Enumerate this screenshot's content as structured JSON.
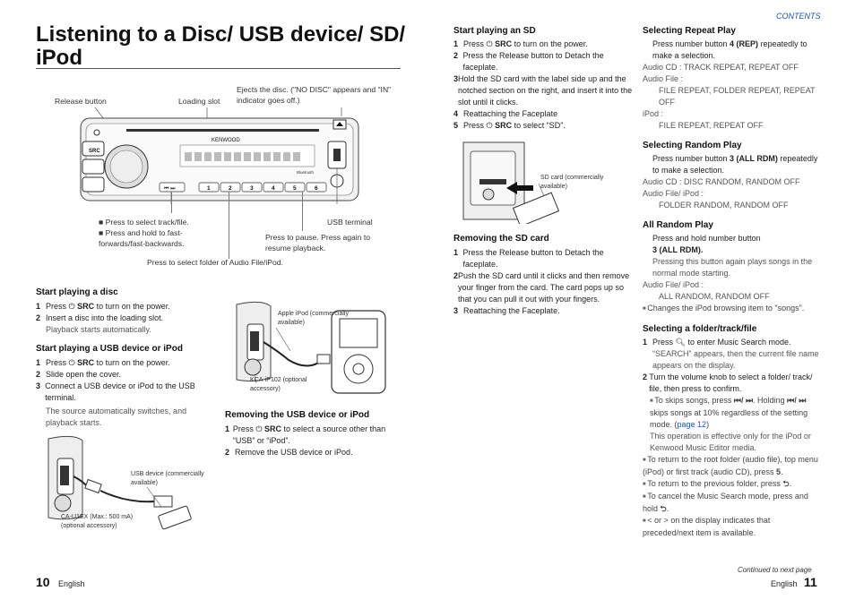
{
  "header": {
    "contents_link": "CONTENTS",
    "title": "Listening to a Disc/ USB device/ SD/ iPod"
  },
  "device": {
    "release_button_label": "Release button",
    "loading_slot_label": "Loading slot",
    "eject_label": "Ejects the disc. (\"NO DISC\" appears and \"IN\" indicator goes off.)",
    "brand": "KENWOOD",
    "src_label": "SRC",
    "bluetooth": "Bluetooth",
    "usb_terminal_label": "USB terminal",
    "track_note_1": "Press to select track/file.",
    "track_note_2": "Press and hold to fast-forwards/fast-backwards.",
    "pause_label": "Press to pause. Press again to resume playback.",
    "folder_label": "Press to select folder of Audio File/iPod.",
    "preset_numbers": [
      "1",
      "2",
      "3",
      "4",
      "5",
      "6"
    ]
  },
  "left": {
    "disc": {
      "heading": "Start playing a disc",
      "steps": [
        {
          "n": "1",
          "pre": "Press ",
          "key": "SRC",
          "post": " to turn on the power."
        },
        {
          "n": "2",
          "text": "Insert a disc into the loading slot."
        }
      ],
      "after": "Playback starts automatically."
    },
    "usb": {
      "heading": "Start playing a USB device or iPod",
      "steps": [
        {
          "n": "1",
          "pre": "Press ",
          "key": "SRC",
          "post": " to turn on the power."
        },
        {
          "n": "2",
          "text": "Slide open the cover."
        },
        {
          "n": "3",
          "text": "Connect a USB device or iPod to the USB terminal."
        }
      ],
      "after": "The source automatically switches, and playback starts."
    },
    "fig_usb": {
      "device": "USB device (commercially available)",
      "cable": "CA-U1EX (Max.: 500 mA) (optional accessory)"
    },
    "fig_ipod": {
      "device": "Apple iPod (commercially available)",
      "cable": "KCA-iP102 (optional accessory)"
    },
    "remove_usb": {
      "heading": "Removing the USB device or iPod",
      "steps": [
        {
          "n": "1",
          "pre": "Press ",
          "key": "SRC",
          "post": " to select a source other than “USB” or “iPod”."
        },
        {
          "n": "2",
          "text": "Remove the USB device or iPod."
        }
      ]
    }
  },
  "middle": {
    "sd": {
      "heading": "Start playing an SD",
      "steps": [
        {
          "n": "1",
          "pre": "Press ",
          "key": "SRC",
          "post": " to turn on the power."
        },
        {
          "n": "2",
          "text": "Press the Release button to Detach the faceplate."
        },
        {
          "n": "3",
          "text": "Hold the SD card with the label side up and the notched section on the right, and insert it into the slot until it clicks."
        },
        {
          "n": "4",
          "text": "Reattaching the Faceplate"
        },
        {
          "n": "5",
          "pre": "Press ",
          "key": "SRC",
          "post": " to select “SD”."
        }
      ]
    },
    "fig_sd": {
      "card": "SD card (commercially available)"
    },
    "remove_sd": {
      "heading": "Removing the SD card",
      "steps": [
        {
          "n": "1",
          "text": "Press the Release button to Detach the faceplate."
        },
        {
          "n": "2",
          "text": "Push the SD card until it clicks and then remove your finger from the card. The card pops up so that you can pull it out with your fingers."
        },
        {
          "n": "3",
          "text": "Reattaching the Faceplate."
        }
      ]
    }
  },
  "right": {
    "repeat": {
      "heading": "Selecting Repeat Play",
      "line1_pre": "Press number button ",
      "line1_key": "4 (REP)",
      "line1_post": " repeatedly to make a selection.",
      "l2": "Audio CD : TRACK REPEAT, REPEAT OFF",
      "l3": "Audio File :",
      "l4": "FILE REPEAT, FOLDER REPEAT, REPEAT OFF",
      "l5": "iPod :",
      "l6": "FILE REPEAT, REPEAT OFF"
    },
    "random": {
      "heading": "Selecting Random Play",
      "line1_pre": "Press number button ",
      "line1_key": "3 (ALL RDM)",
      "line1_post": " repeatedly to make a selection.",
      "l2": "Audio CD : DISC RANDOM, RANDOM OFF",
      "l3": "Audio File/ iPod :",
      "l4": "FOLDER RANDOM, RANDOM OFF"
    },
    "all_random": {
      "heading": "All Random Play",
      "line1": "Press and hold number button",
      "line1_key": "3 (ALL RDM).",
      "l2": "Pressing this button again plays songs in the normal mode starting.",
      "l3": "Audio File/ iPod :",
      "l4": "ALL RANDOM, RANDOM OFF",
      "note": "Changes the iPod browsing item to \"songs\"."
    },
    "folder": {
      "heading": "Selecting a folder/track/file",
      "s1_pre": "Press ",
      "s1_post": " to enter Music Search mode.",
      "s1_sub": "“SEARCH” appears, then the current file name appears on the display.",
      "s2": "Turn the volume knob to select a folder/ track/ file, then press to confirm.",
      "n1_pre": "To skips songs, press ",
      "n1_mid": ". Holding",
      "n1_post": " skips songs at 10% regardless of the setting mode.",
      "n1_link": "page 12",
      "n1_sub": "This operation is effective only for the iPod or Kenwood Music Editor media.",
      "n2": "To return to the root folder (audio file), top menu (iPod) or first track (audio CD), press ",
      "n2_key": "5",
      "n3": "To return to the previous folder, press ",
      "n4": "To cancel the Music Search mode, press and hold ",
      "n5": "< or > on the display indicates that preceded/next item is available."
    }
  },
  "footer": {
    "left_num": "10",
    "left_lang": "English",
    "continued": "Continued to next page",
    "right_lang": "English",
    "right_num": "11"
  }
}
